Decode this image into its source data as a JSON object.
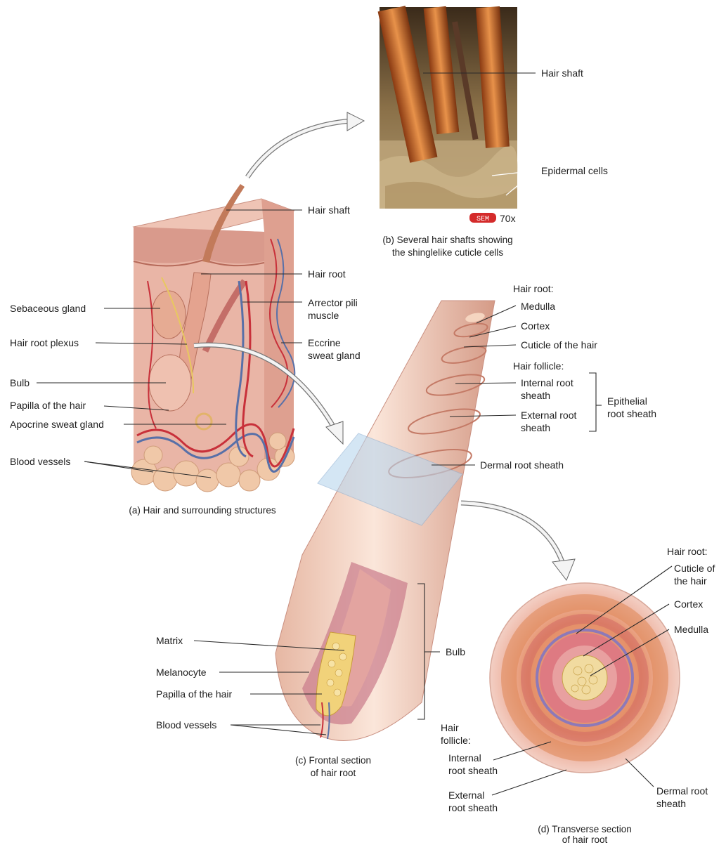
{
  "panel_a": {
    "caption": "(a) Hair and surrounding structures",
    "labels": {
      "hair_shaft": "Hair shaft",
      "hair_root": "Hair root",
      "arrector_1": "Arrector pili",
      "arrector_2": "muscle",
      "eccrine_1": "Eccrine",
      "eccrine_2": "sweat gland",
      "sebaceous": "Sebaceous gland",
      "plexus": "Hair root plexus",
      "bulb": "Bulb",
      "papilla": "Papilla of the hair",
      "apocrine": "Apocrine sweat gland",
      "blood_vessels": "Blood vessels"
    }
  },
  "panel_b": {
    "caption_1": "(b) Several hair shafts showing",
    "caption_2": "the shinglelike cuticle cells",
    "sem_badge": "SEM",
    "magnification": "70x",
    "labels": {
      "hair_shaft": "Hair shaft",
      "epidermal": "Epidermal cells"
    }
  },
  "panel_c": {
    "caption_1": "(c) Frontal section",
    "caption_2": "of hair root",
    "labels": {
      "hair_root_heading": "Hair root:",
      "medulla": "Medulla",
      "cortex": "Cortex",
      "cuticle": "Cuticle of the hair",
      "follicle_heading": "Hair follicle:",
      "internal_1": "Internal root",
      "internal_2": "sheath",
      "external_1": "External root",
      "external_2": "sheath",
      "epithelial_1": "Epithelial",
      "epithelial_2": "root sheath",
      "dermal": "Dermal root sheath",
      "bulb": "Bulb",
      "matrix": "Matrix",
      "melanocyte": "Melanocyte",
      "papilla": "Papilla of the hair",
      "blood_vessels": "Blood vessels"
    }
  },
  "panel_d": {
    "caption_1": "(d) Transverse section",
    "caption_2": "of hair root",
    "labels": {
      "hair_root_heading": "Hair root:",
      "cuticle_1": "Cuticle of",
      "cuticle_2": "the hair",
      "cortex": "Cortex",
      "medulla": "Medulla",
      "follicle_1": "Hair",
      "follicle_2": "follicle:",
      "internal_1": "Internal",
      "internal_2": "root sheath",
      "external_1": "External",
      "external_2": "root sheath",
      "dermal_1": "Dermal root",
      "dermal_2": "sheath"
    }
  },
  "colors": {
    "skin": "#e9b5a6",
    "epidermis": "#d99a8c",
    "artery": "#c8303a",
    "vein": "#5870a8",
    "nerve": "#e8c860",
    "fat": "#f0c8a8",
    "hair_orange": "#c86a2a",
    "sem_red": "#d42b2b",
    "plane": "#b9d6ee"
  }
}
